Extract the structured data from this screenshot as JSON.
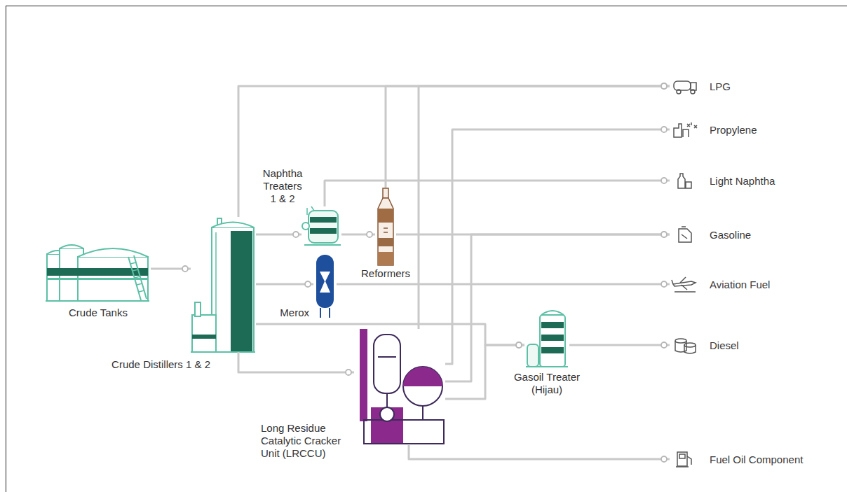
{
  "diagram": {
    "nodes": [
      {
        "text": [
          "Crude Tanks"
        ]
      },
      {
        "text": [
          "Crude Distillers 1 & 2"
        ]
      },
      {
        "text": [
          "Naphtha Treaters 1 & 2"
        ]
      },
      {
        "text": [
          "Merox"
        ]
      },
      {
        "text": [
          "Reformers"
        ]
      },
      {
        "text": [
          "Long Residue Catalytic Cracker Unit (LRCCU)"
        ]
      },
      {
        "text": [
          "Gasoil Treater (Hijau)"
        ]
      },
      {
        "text": [
          "LPG"
        ]
      },
      {
        "text": [
          "Propylene"
        ]
      },
      {
        "text": [
          "Light Naphtha"
        ]
      },
      {
        "text": [
          "Gasoline"
        ]
      },
      {
        "text": [
          "Aviation Fuel"
        ]
      },
      {
        "text": [
          "Diesel"
        ]
      },
      {
        "text": [
          "Fuel Oil Component"
        ]
      }
    ],
    "edges": [
      {
        "from": 0,
        "to": 1,
        "arrow": "to"
      },
      {
        "from": 1,
        "to": 7,
        "arrow": "to"
      },
      {
        "from": 4,
        "to": 7,
        "arrow": "to"
      },
      {
        "from": 5,
        "to": 7,
        "arrow": "to"
      },
      {
        "from": 5,
        "to": 8,
        "arrow": "to"
      },
      {
        "from": 1,
        "to": 2,
        "arrow": "to"
      },
      {
        "from": 2,
        "to": 9,
        "arrow": "to"
      },
      {
        "from": 2,
        "to": 4,
        "arrow": "to"
      },
      {
        "from": 4,
        "to": 10,
        "arrow": "to"
      },
      {
        "from": 5,
        "to": 10,
        "arrow": "to"
      },
      {
        "from": 1,
        "to": 3,
        "arrow": "to"
      },
      {
        "from": 3,
        "to": 11,
        "arrow": "to"
      },
      {
        "from": 1,
        "to": 6,
        "arrow": "to"
      },
      {
        "from": 5,
        "to": 6,
        "arrow": "to"
      },
      {
        "from": 6,
        "to": 12,
        "arrow": "to"
      },
      {
        "from": 1,
        "to": 5,
        "arrow": "to"
      },
      {
        "from": 5,
        "to": 13,
        "arrow": "to"
      }
    ]
  }
}
